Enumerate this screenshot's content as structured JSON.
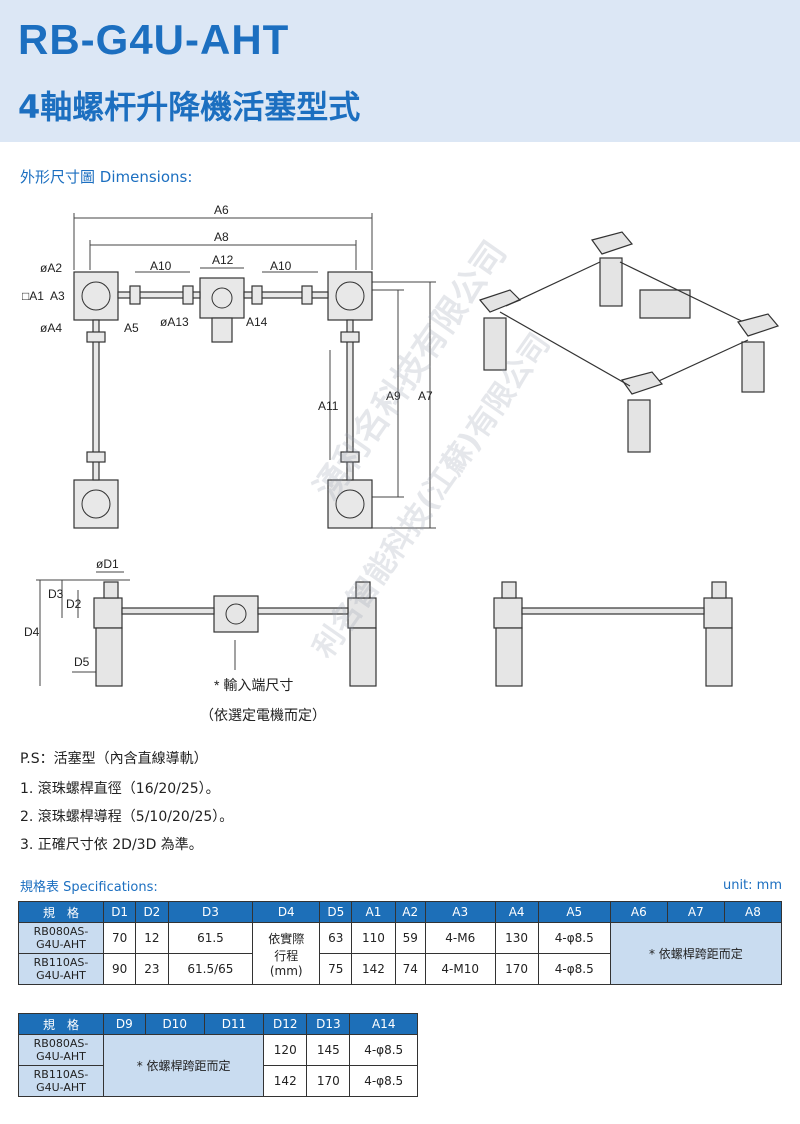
{
  "header": {
    "model": "RB-G4U-AHT",
    "subtitle": "4軸螺杆升降機活塞型式"
  },
  "dimensions_heading": "外形尺寸圖 Dimensions:",
  "drawing_labels": {
    "A6": "A6",
    "A8": "A8",
    "A10": "A10",
    "A12": "A12",
    "A2": "øA2",
    "A1": "□A1",
    "A3": "A3",
    "A4": "øA4",
    "A5": "A5",
    "A13": "øA13",
    "A14": "A14",
    "A11": "A11",
    "A9": "A9",
    "A7": "A7",
    "D1": "øD1",
    "D2": "D2",
    "D3": "D3",
    "D4": "D4",
    "D5": "D5"
  },
  "input_note": [
    "* 輸入端尺寸",
    "（依選定電機而定）"
  ],
  "notes": [
    "P.S：活塞型（內含直線導軌）",
    "1. 滾珠螺桿直徑（16/20/25）。",
    "2. 滾珠螺桿導程（5/10/20/25）。",
    "3. 正確尺寸依 2D/3D 為準。"
  ],
  "spec_heading": "規格表 Specifications:",
  "unit": "unit: mm",
  "table1": {
    "headers": [
      "規　格",
      "D1",
      "D2",
      "D3",
      "D4",
      "D5",
      "A1",
      "A2",
      "A3",
      "A4",
      "A5",
      "A6",
      "A7",
      "A8"
    ],
    "rows": [
      {
        "name": [
          "RB080AS-",
          "G4U-AHT"
        ],
        "D1": "70",
        "D2": "12",
        "D3": "61.5",
        "D5": "63",
        "A1": "110",
        "A2": "59",
        "A3": "4-M6",
        "A4": "130",
        "A5": "4-φ8.5"
      },
      {
        "name": [
          "RB110AS-",
          "G4U-AHT"
        ],
        "D1": "90",
        "D2": "23",
        "D3": "61.5/65",
        "D5": "75",
        "A1": "142",
        "A2": "74",
        "A3": "4-M10",
        "A4": "170",
        "A5": "4-φ8.5"
      }
    ],
    "d4_merged": [
      "依實際",
      "行程",
      "(mm)"
    ],
    "a6_a8_merged": "* 依螺桿跨距而定"
  },
  "table2": {
    "headers": [
      "規　格",
      "D9",
      "D10",
      "D11",
      "D12",
      "D13",
      "A14"
    ],
    "rows": [
      {
        "name": [
          "RB080AS-",
          "G4U-AHT"
        ],
        "D12": "120",
        "D13": "145",
        "A14": "4-φ8.5"
      },
      {
        "name": [
          "RB110AS-",
          "G4U-AHT"
        ],
        "D12": "142",
        "D13": "170",
        "A14": "4-φ8.5"
      }
    ],
    "d9_d11_merged": "* 依螺桿跨距而定"
  },
  "watermark": [
    "湧利名科技有限公司",
    "利名智能科技(江蘇)有限公司"
  ],
  "colors": {
    "accent": "#1c6fc0",
    "header_bg": "#dce7f5",
    "table_header": "#1d6fb8",
    "table_cell": "#c9dcf0"
  }
}
